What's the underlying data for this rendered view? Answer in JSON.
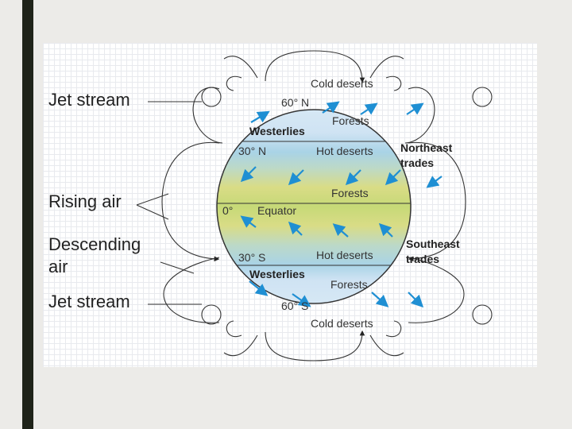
{
  "labels": {
    "jet_stream_top": "Jet stream",
    "rising_air": "Rising air",
    "descending_air_line1": "Descending",
    "descending_air_line2": "air",
    "jet_stream_bottom": "Jet stream"
  },
  "globe": {
    "cold_deserts_top": "Cold deserts",
    "lat_60n": "60° N",
    "forests_north": "Forests",
    "westerlies_north": "Westerlies",
    "lat_30n": "30° N",
    "hot_deserts_north": "Hot deserts",
    "northeast_trades_line1": "Northeast",
    "northeast_trades_line2": "trades",
    "forests_equator": "Forests",
    "lat_0": "0°",
    "equator": "Equator",
    "southeast_trades_line1": "Southeast",
    "southeast_trades_line2": "trades",
    "lat_30s": "30° S",
    "hot_deserts_south": "Hot deserts",
    "westerlies_south": "Westerlies",
    "forests_south": "Forests",
    "lat_60s": "60° S",
    "cold_deserts_bottom": "Cold deserts"
  },
  "colors": {
    "wind_arrow": "#1f8fd3",
    "cold_zone": "#cfe3f3",
    "forest_zone": "#a6d2e2",
    "desert_zone": "#d9dc86",
    "equator_zone": "#c6d977",
    "background": "#ecebe8",
    "dark_bar": "#1f2319"
  }
}
